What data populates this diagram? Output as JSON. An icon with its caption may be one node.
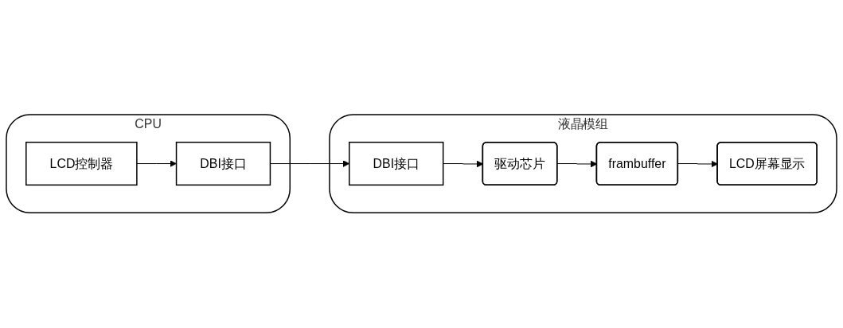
{
  "diagram": {
    "nodes": [
      {
        "text": [
          "CPU"
        ]
      },
      {
        "text": [
          "LCD控制器"
        ],
        "in": 0
      },
      {
        "text": [
          "DBI接口"
        ],
        "in": 0
      },
      {
        "text": [
          "液晶模组"
        ]
      },
      {
        "text": [
          "DBI接口"
        ],
        "in": 3
      },
      {
        "text": [
          "驱动芯片"
        ],
        "in": 3
      },
      {
        "text": [
          "frambuffer"
        ],
        "in": 3
      },
      {
        "text": [
          "LCD屏幕显示"
        ],
        "in": 3
      }
    ],
    "edges": [
      {
        "from": 1,
        "to": 2,
        "arrow": "to"
      },
      {
        "from": 2,
        "to": 4,
        "arrow": "to"
      },
      {
        "from": 4,
        "to": 5,
        "arrow": "to"
      },
      {
        "from": 5,
        "to": 6,
        "arrow": "to"
      },
      {
        "from": 6,
        "to": 7,
        "arrow": "to"
      }
    ]
  }
}
